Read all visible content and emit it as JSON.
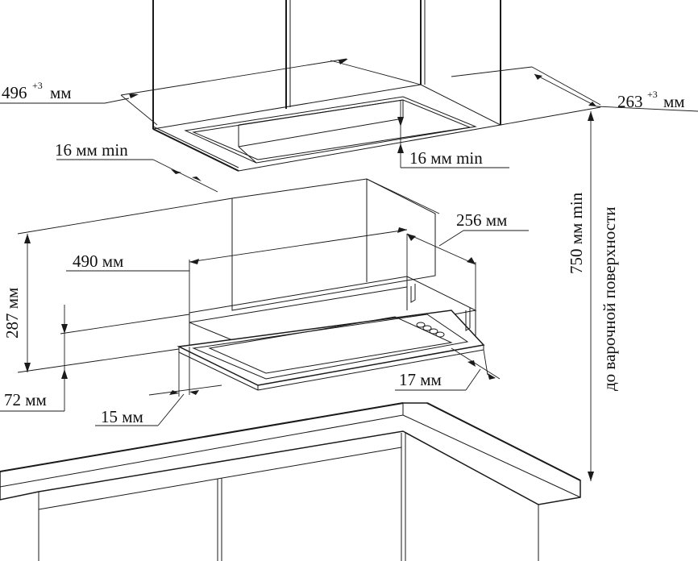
{
  "colors": {
    "line": "#1a1a1a",
    "background": "#ffffff"
  },
  "labels": {
    "cabinet_width": {
      "value": "496",
      "superscript": "+3",
      "unit": "мм"
    },
    "cabinet_depth": {
      "value": "263",
      "superscript": "+3",
      "unit": "мм"
    },
    "side_gap_min": "16 мм min",
    "front_gap_min": "16 мм min",
    "hood_depth": "256 мм",
    "hood_width": "490 мм",
    "hood_height": "287 мм",
    "panel_height": "72 мм",
    "front_offset": "15 мм",
    "side_offset": "17 мм",
    "min_height": "750 мм min",
    "height_reference": "до варочной поверхности"
  }
}
